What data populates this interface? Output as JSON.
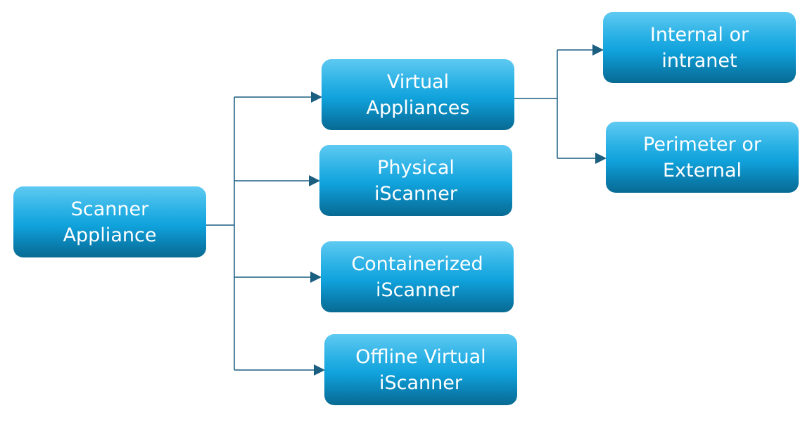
{
  "diagram": {
    "type": "tree",
    "colors": {
      "connector": "#1a5e80",
      "node_text": "#ffffff",
      "node_top": "#5fcaf2",
      "node_bottom": "#086a92"
    },
    "nodes": {
      "root": {
        "line1": "Scanner",
        "line2": "Appliance"
      },
      "virtual": {
        "line1": "Virtual",
        "line2": "Appliances"
      },
      "physical": {
        "line1": "Physical",
        "line2": "iScanner"
      },
      "containerized": {
        "line1": "Containerized",
        "line2": "iScanner"
      },
      "offline": {
        "line1": "Offline Virtual",
        "line2": "iScanner"
      },
      "internal": {
        "line1": "Internal or",
        "line2": "intranet"
      },
      "perimeter": {
        "line1": "Perimeter or",
        "line2": "External"
      }
    },
    "edges": [
      {
        "from": "root",
        "to": "virtual"
      },
      {
        "from": "root",
        "to": "physical"
      },
      {
        "from": "root",
        "to": "containerized"
      },
      {
        "from": "root",
        "to": "offline"
      },
      {
        "from": "virtual",
        "to": "internal"
      },
      {
        "from": "virtual",
        "to": "perimeter"
      }
    ]
  }
}
